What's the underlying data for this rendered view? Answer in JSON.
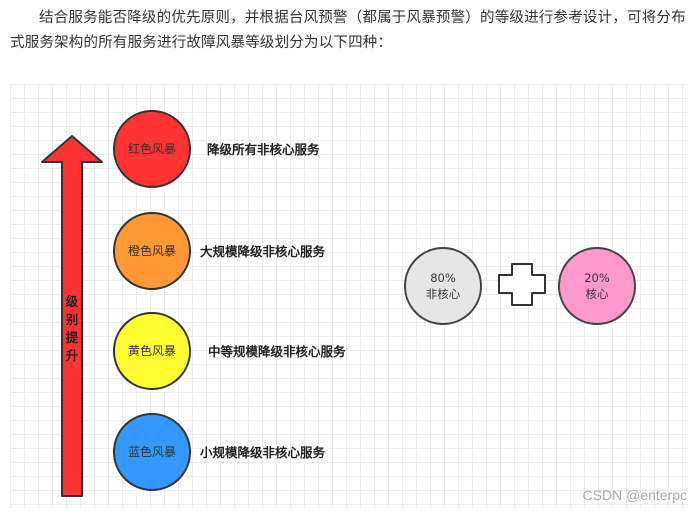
{
  "intro_text": "结合服务能否降级的优先原则，并根据台风预警（都属于风暴预警）的等级进行参考设计，可将分布式服务架构的所有服务进行故障风暴等级划分为以下四种：",
  "arrow_label_chars": [
    "级",
    "别",
    "提",
    "升"
  ],
  "levels": [
    {
      "name": "红色风暴",
      "desc": "降级所有非核心服务",
      "color": "#ff3333"
    },
    {
      "name": "橙色风暴",
      "desc": "大规模降级非核心服务",
      "color": "#ff9933"
    },
    {
      "name": "黄色风暴",
      "desc": "中等规模降级非核心服务",
      "color": "#ffff33"
    },
    {
      "name": "蓝色风暴",
      "desc": "小规模降级非核心服务",
      "color": "#3399ff"
    }
  ],
  "non_core": {
    "percent": "80%",
    "label": "非核心",
    "color": "#e6e6e6"
  },
  "core": {
    "percent": "20%",
    "label": "核心",
    "color": "#ff99cc"
  },
  "arrow_color": "#ff3333",
  "watermark": "CSDN @enterpc"
}
